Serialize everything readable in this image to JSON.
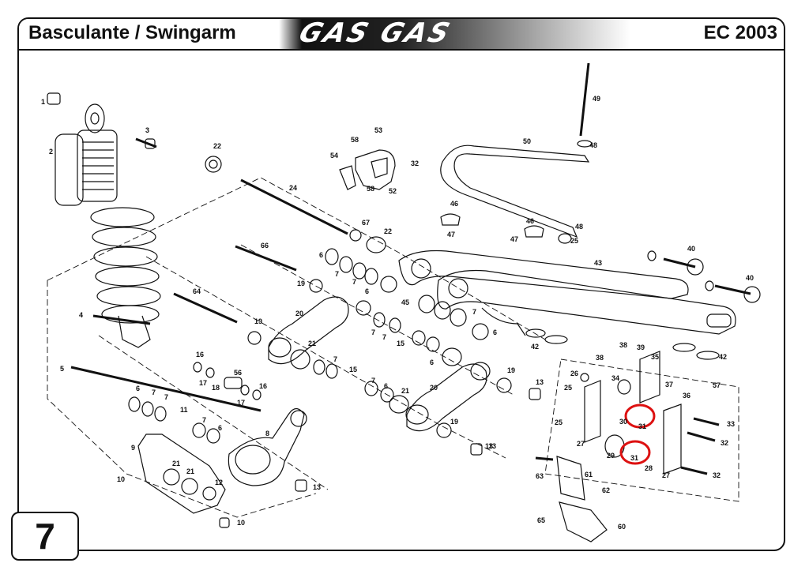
{
  "header": {
    "title": "Basculante / Swingarm",
    "brand": "GAS GAS",
    "model": "EC 2003"
  },
  "page_number": "7",
  "colors": {
    "ink": "#111111",
    "highlight": "#dd1111",
    "paper": "#ffffff"
  },
  "callouts": [
    {
      "n": "1"
    },
    {
      "n": "2"
    },
    {
      "n": "3"
    },
    {
      "n": "4"
    },
    {
      "n": "5"
    },
    {
      "n": "6"
    },
    {
      "n": "6"
    },
    {
      "n": "6"
    },
    {
      "n": "6"
    },
    {
      "n": "6"
    },
    {
      "n": "6"
    },
    {
      "n": "6"
    },
    {
      "n": "7"
    },
    {
      "n": "7"
    },
    {
      "n": "7"
    },
    {
      "n": "7"
    },
    {
      "n": "7"
    },
    {
      "n": "7"
    },
    {
      "n": "7"
    },
    {
      "n": "7"
    },
    {
      "n": "7"
    },
    {
      "n": "7"
    },
    {
      "n": "8"
    },
    {
      "n": "9"
    },
    {
      "n": "10"
    },
    {
      "n": "10"
    },
    {
      "n": "11"
    },
    {
      "n": "12"
    },
    {
      "n": "13"
    },
    {
      "n": "13"
    },
    {
      "n": "13"
    },
    {
      "n": "13"
    },
    {
      "n": "15"
    },
    {
      "n": "15"
    },
    {
      "n": "16"
    },
    {
      "n": "16"
    },
    {
      "n": "17"
    },
    {
      "n": "17"
    },
    {
      "n": "18"
    },
    {
      "n": "19"
    },
    {
      "n": "19"
    },
    {
      "n": "19"
    },
    {
      "n": "19"
    },
    {
      "n": "20"
    },
    {
      "n": "20"
    },
    {
      "n": "21"
    },
    {
      "n": "21"
    },
    {
      "n": "21"
    },
    {
      "n": "21"
    },
    {
      "n": "22"
    },
    {
      "n": "22"
    },
    {
      "n": "24"
    },
    {
      "n": "25"
    },
    {
      "n": "25"
    },
    {
      "n": "25"
    },
    {
      "n": "26"
    },
    {
      "n": "27"
    },
    {
      "n": "27"
    },
    {
      "n": "28"
    },
    {
      "n": "29"
    },
    {
      "n": "30"
    },
    {
      "n": "31"
    },
    {
      "n": "31"
    },
    {
      "n": "32"
    },
    {
      "n": "32"
    },
    {
      "n": "32"
    },
    {
      "n": "33"
    },
    {
      "n": "34"
    },
    {
      "n": "35"
    },
    {
      "n": "36"
    },
    {
      "n": "37"
    },
    {
      "n": "38"
    },
    {
      "n": "38"
    },
    {
      "n": "39"
    },
    {
      "n": "40"
    },
    {
      "n": "40"
    },
    {
      "n": "42"
    },
    {
      "n": "42"
    },
    {
      "n": "43"
    },
    {
      "n": "45"
    },
    {
      "n": "46"
    },
    {
      "n": "46"
    },
    {
      "n": "47"
    },
    {
      "n": "47"
    },
    {
      "n": "48"
    },
    {
      "n": "48"
    },
    {
      "n": "49"
    },
    {
      "n": "50"
    },
    {
      "n": "52"
    },
    {
      "n": "53"
    },
    {
      "n": "54"
    },
    {
      "n": "56"
    },
    {
      "n": "57"
    },
    {
      "n": "58"
    },
    {
      "n": "58"
    },
    {
      "n": "60"
    },
    {
      "n": "61"
    },
    {
      "n": "62"
    },
    {
      "n": "63"
    },
    {
      "n": "64"
    },
    {
      "n": "65"
    },
    {
      "n": "66"
    },
    {
      "n": "67"
    }
  ]
}
